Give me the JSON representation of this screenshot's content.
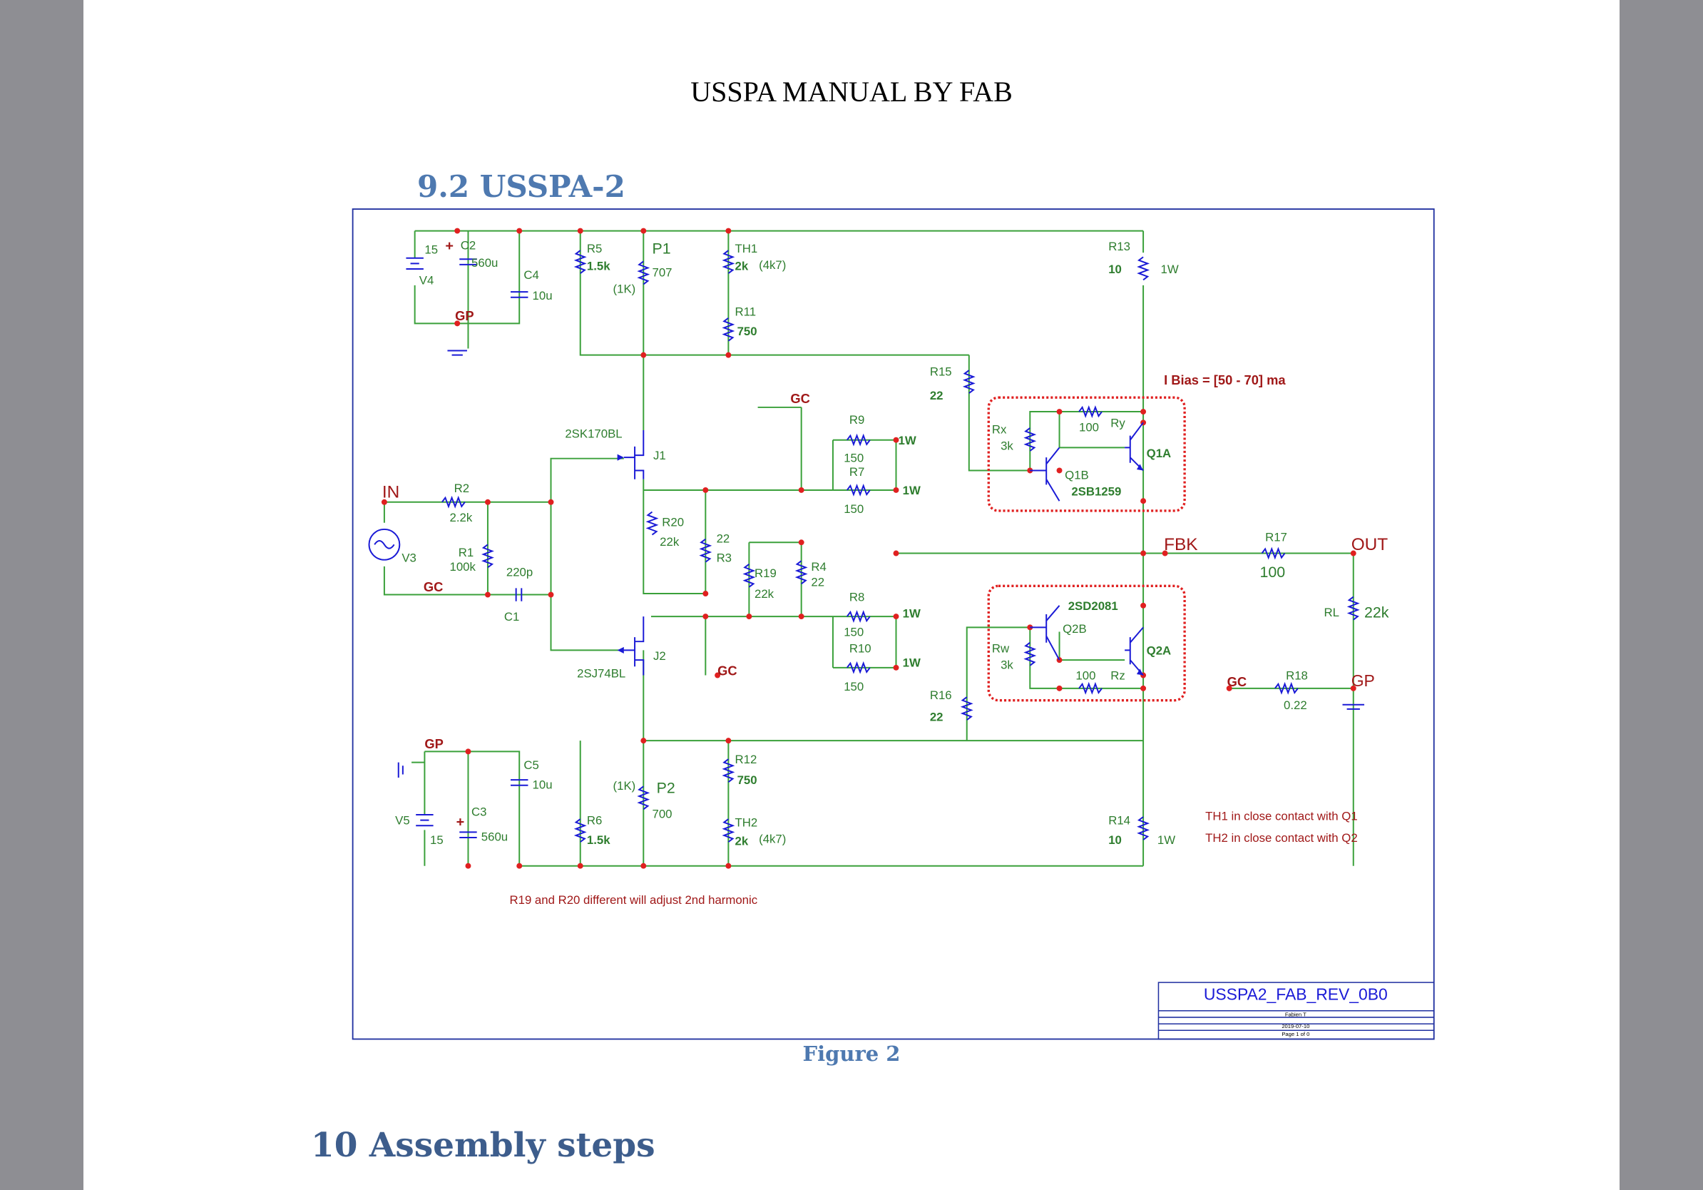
{
  "page": {
    "header": "USSPA MANUAL BY FAB",
    "section_heading": "9.2    USSPA-2",
    "figure_caption": "Figure 2",
    "next_heading": "10  Assembly steps"
  },
  "schematic": {
    "title_block": {
      "title": "USSPA2_FAB_REV_0B0",
      "author": "Fabien T",
      "date": "2019-07-10",
      "page": "Page 1 of 0"
    },
    "nets": {
      "in": "IN",
      "out": "OUT",
      "fbk": "FBK",
      "gc": "GC",
      "gp": "GP"
    },
    "notes": {
      "bias": "I Bias = [50 - 70] ma",
      "th1": "TH1  in  close  contact with  Q1",
      "th2": "TH2  in  close  contact with  Q2",
      "harmonic": "R19  and  R20  different  will  adjust  2nd  harmonic"
    },
    "labels": {
      "v4_val": "15",
      "v4_name": "V4",
      "c2_name": "C2",
      "c2_val": "560u",
      "c4_name": "C4",
      "c4_val": "10u",
      "r5_name": "R5",
      "r5_val": "1.5k",
      "p1_name": "P1",
      "p1_val": "707",
      "p1_note": "(1K)",
      "th1_name": "TH1",
      "th1_val": "2k",
      "th1_note": "(4k7)",
      "r11_name": "R11",
      "r11_val": "750",
      "r13_name": "R13",
      "r13_val": "10",
      "r13_pow": "1W",
      "r15_name": "R15",
      "r15_val": "22",
      "j1_part": "2SK170BL",
      "j1_name": "J1",
      "r9_name": "R9",
      "r9_val": "150",
      "r9_pow": "1W",
      "r7_name": "R7",
      "r7_val": "150",
      "r7_pow": "1W",
      "r7_top": "150",
      "rx_name": "Rx",
      "rx_val": "3k",
      "ry_name": "Ry",
      "ry_val": "100",
      "q1a": "Q1A",
      "q1b": "Q1B",
      "q1_part": "2SB1259",
      "r2_name": "R2",
      "r2_val": "2.2k",
      "v3_name": "V3",
      "r1_name": "R1",
      "r1_val": "100k",
      "c1_name": "C1",
      "c1_val": "220p",
      "r20_name": "R20",
      "r20_val": "22k",
      "r3_name": "R3",
      "r3_val": "22",
      "r19_name": "R19",
      "r19_val": "22k",
      "r4_name": "R4",
      "r4_val": "22",
      "r17_name": "R17",
      "r17_val": "100",
      "rl_name": "RL",
      "rl_val": "22k",
      "r18_name": "R18",
      "r18_val": "0.22",
      "r8_name": "R8",
      "r8_val": "150",
      "r8_pow": "1W",
      "r10_name": "R10",
      "r10_val": "150",
      "r10_pow": "1W",
      "j2_part": "2SJ74BL",
      "j2_name": "J2",
      "q2_part": "2SD2081",
      "q2b": "Q2B",
      "q2a": "Q2A",
      "rw_name": "Rw",
      "rw_val": "3k",
      "rz_name": "Rz",
      "rz_val": "100",
      "r16_name": "R16",
      "r16_val": "22",
      "c5_name": "C5",
      "c5_val": "10u",
      "c3_name": "C3",
      "c3_val": "560u",
      "v5_name": "V5",
      "v5_val": "15",
      "r6_name": "R6",
      "r6_val": "1.5k",
      "p2_name": "P2",
      "p2_val": "700",
      "p2_note": "(1K)",
      "r12_name": "R12",
      "r12_val": "750",
      "th2_name": "TH2",
      "th2_val": "2k",
      "th2_note": "(4k7)",
      "r14_name": "R14",
      "r14_val": "10",
      "r14_pow": "1W"
    },
    "colors": {
      "wire": "#3aa03a",
      "part": "#1a1ad6",
      "value": "#2e7d2e",
      "net": "#a01818",
      "dot": "#e02020",
      "box": "#e02020"
    }
  }
}
